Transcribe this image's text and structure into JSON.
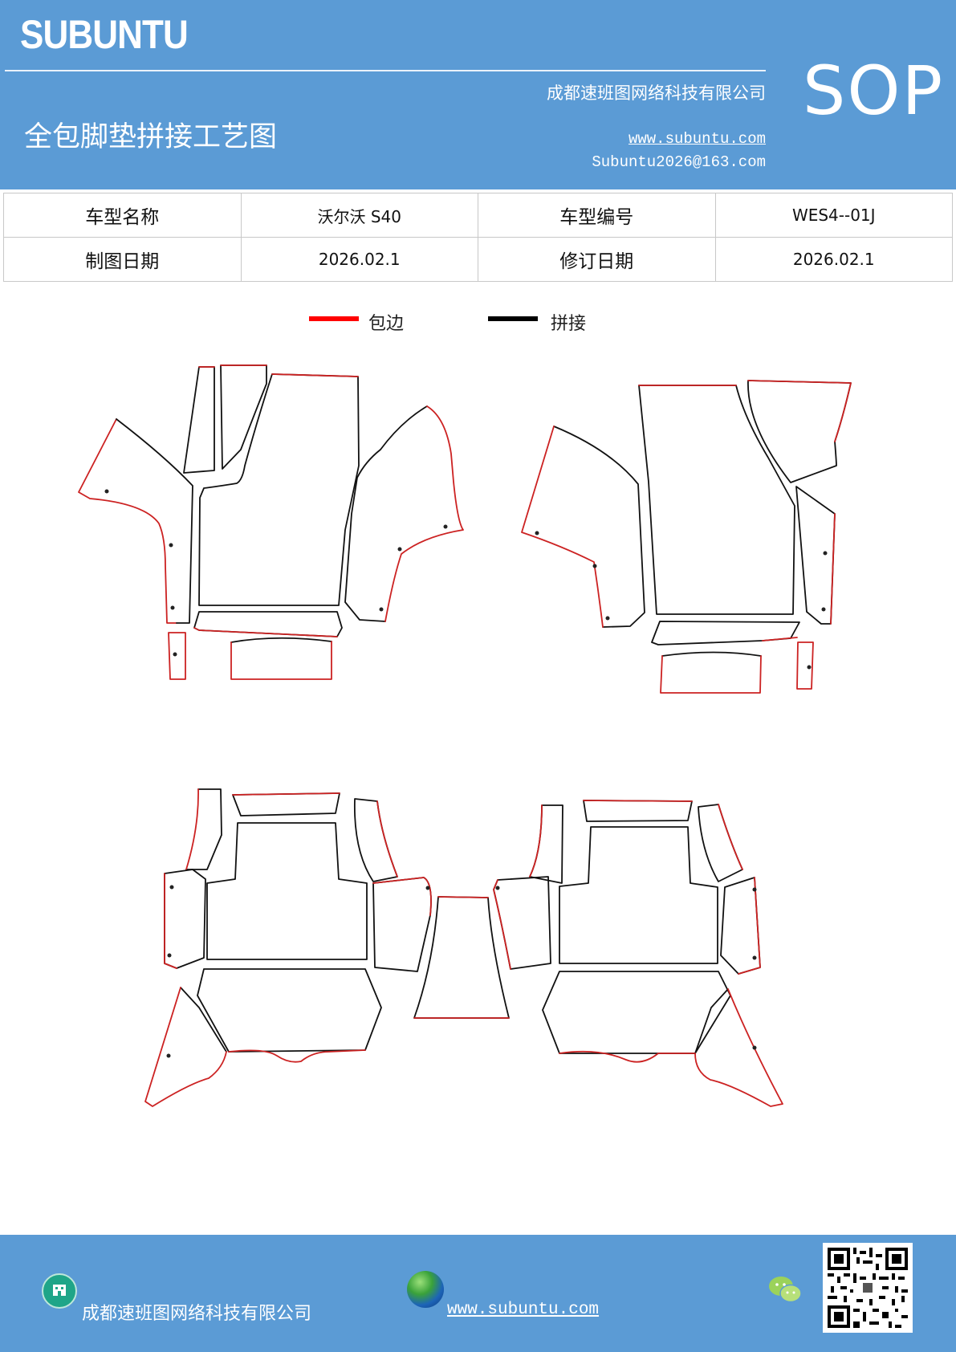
{
  "header": {
    "brand": "SUBUNTU",
    "badge": "SOP",
    "company": "成都速班图网络科技有限公司",
    "title": "全包脚垫拼接工艺图",
    "website": "www.subuntu.com",
    "email": "Subuntu2026@163.com",
    "background_color": "#5b9bd5"
  },
  "info_table": {
    "rows": [
      [
        {
          "label": "车型名称",
          "value": "沃尔沃 S40"
        },
        {
          "label": "车型编号",
          "value": "WES4--01J"
        }
      ],
      [
        {
          "label": "制图日期",
          "value": "2026.02.1"
        },
        {
          "label": "修订日期",
          "value": "2026.02.1"
        }
      ]
    ]
  },
  "legend": [
    {
      "label": "包边",
      "color": "#ff0000"
    },
    {
      "label": "拼接",
      "color": "#000000"
    }
  ],
  "footer": {
    "company": "成都速班图网络科技有限公司",
    "website": "www.subuntu.com",
    "icons": [
      "building-icon",
      "globe-icon",
      "wechat-icon",
      "qr-code"
    ],
    "background_color": "#5b9bd5"
  }
}
